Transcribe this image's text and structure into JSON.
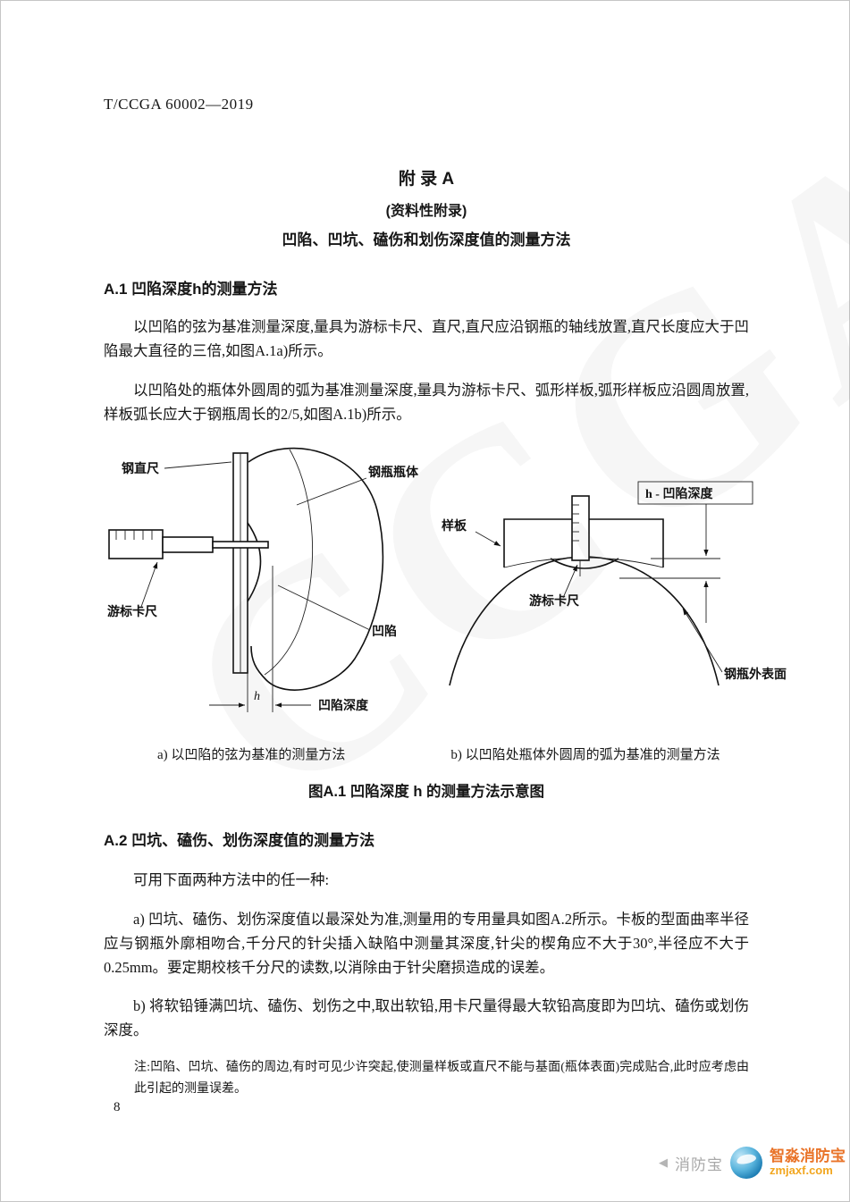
{
  "page": {
    "doc_number": "T/CCGA 60002—2019",
    "page_number": "8",
    "watermark": "CCGA"
  },
  "appendix": {
    "title": "附  录  A",
    "subtitle": "(资料性附录)",
    "heading": "凹陷、凹坑、磕伤和划伤深度值的测量方法"
  },
  "section_a1": {
    "heading": "A.1  凹陷深度h的测量方法",
    "para1": "以凹陷的弦为基准测量深度,量具为游标卡尺、直尺,直尺应沿钢瓶的轴线放置,直尺长度应大于凹陷最大直径的三倍,如图A.1a)所示。",
    "para2": "以凹陷处的瓶体外圆周的弧为基准测量深度,量具为游标卡尺、弧形样板,弧形样板应沿圆周放置,样板弧长应大于钢瓶周长的2/5,如图A.1b)所示。"
  },
  "figure": {
    "diagram_a": {
      "labels": {
        "steel_ruler": "钢直尺",
        "cylinder_body": "钢瓶瓶体",
        "vernier_caliper": "游标卡尺",
        "dent": "凹陷",
        "depth_h": "h",
        "depth_text": "凹陷深度"
      },
      "caption": "a) 以凹陷的弦为基准的测量方法"
    },
    "diagram_b": {
      "labels": {
        "template": "样板",
        "depth": "h - 凹陷深度",
        "vernier_caliper": "游标卡尺",
        "outer_surface": "钢瓶外表面"
      },
      "caption": "b) 以凹陷处瓶体外圆周的弧为基准的测量方法"
    },
    "title": "图A.1  凹陷深度 h 的测量方法示意图"
  },
  "section_a2": {
    "heading": "A.2  凹坑、磕伤、划伤深度值的测量方法",
    "intro": "可用下面两种方法中的任一种:",
    "item_a": "a) 凹坑、磕伤、划伤深度值以最深处为准,测量用的专用量具如图A.2所示。卡板的型面曲率半径应与钢瓶外廓相吻合,千分尺的针尖插入缺陷中测量其深度,针尖的楔角应不大于30°,半径应不大于0.25mm。要定期校核千分尺的读数,以消除由于针尖磨损造成的误差。",
    "item_b": "b) 将软铅锤满凹坑、磕伤、划伤之中,取出软铅,用卡尺量得最大软铅高度即为凹坑、磕伤或划伤深度。",
    "note": "注:凹陷、凹坑、磕伤的周边,有时可见少许突起,使测量样板或直尺不能与基面(瓶体表面)完成贴合,此时应考虑由此引起的测量误差。"
  },
  "footer": {
    "side_text": "消防宝",
    "brand": "智淼消防宝",
    "url": "zmjaxf.com"
  }
}
